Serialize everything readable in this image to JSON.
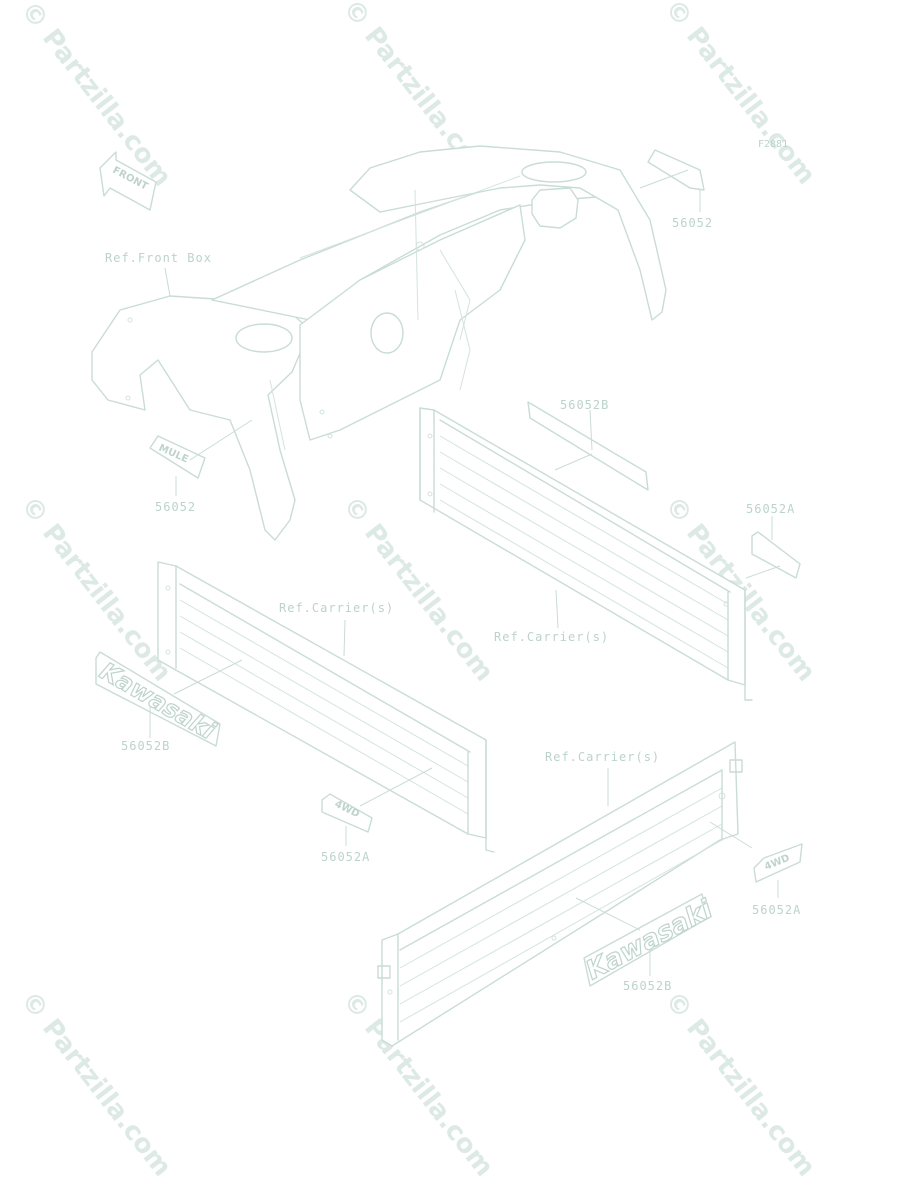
{
  "watermark": "© Partzilla.com",
  "figure_code": "F2881",
  "labels": {
    "front_box_ref": "Ref.Front Box",
    "carrier_ref_1": "Ref.Carrier(s)",
    "carrier_ref_2": "Ref.Carrier(s)",
    "carrier_ref_3": "Ref.Carrier(s)",
    "part_56052_top": "56052",
    "part_56052_left": "56052",
    "part_56052B_top": "56052B",
    "part_56052A_right": "56052A",
    "part_56052B_left": "56052B",
    "part_56052A_mid": "56052A",
    "part_56052A_lower": "56052A",
    "part_56052B_lower": "56052B"
  },
  "decals": {
    "front_arrow": "FRONT",
    "mule": "MULE",
    "kawasaki_left": "Kawasaki",
    "kawasaki_lower": "Kawasaki",
    "fourwd": "4WD"
  },
  "colors": {
    "line": "#c9dcd6",
    "label": "#bcd3cc",
    "watermark": "#dde9e5"
  }
}
